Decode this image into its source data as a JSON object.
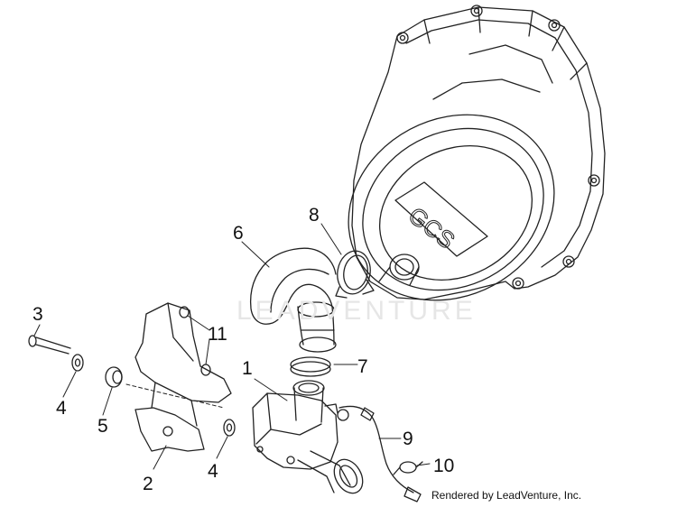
{
  "callouts": [
    {
      "label": "1"
    },
    {
      "label": "2"
    },
    {
      "label": "3"
    },
    {
      "label": "4"
    },
    {
      "label": "4"
    },
    {
      "label": "5"
    },
    {
      "label": "6"
    },
    {
      "label": "7"
    },
    {
      "label": "8"
    },
    {
      "label": "9"
    },
    {
      "label": "10"
    },
    {
      "label": "11"
    }
  ],
  "credit": "Rendered by LeadVenture, Inc.",
  "watermark": "LEADVENTURE",
  "colors": {
    "line": "#222222",
    "watermark": "#e6e6e6"
  }
}
